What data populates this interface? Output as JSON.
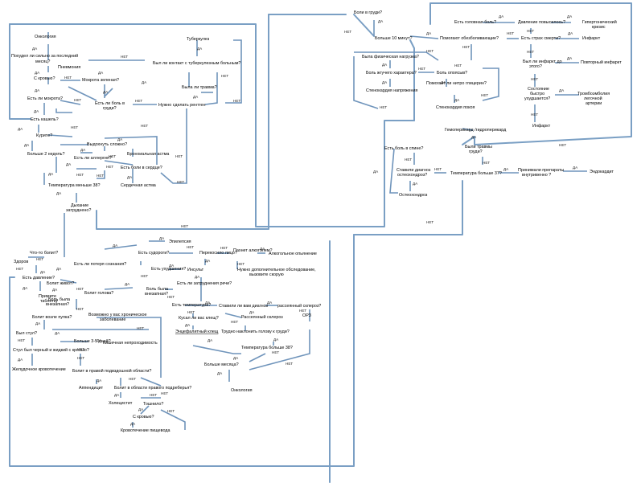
{
  "diagram": {
    "nodes": {
      "n1": "Онкология",
      "n2": "Туберкулез",
      "n3": "Похудел ли сильно за последний",
      "n3b": "месяц?",
      "n4": "Был ли контакт с туберкулезным больным?",
      "n5": "Пневмония",
      "n6": "С кровью?",
      "n7": "Мокрота зеленая?",
      "n8": "Была ли травма?",
      "n9": "Есть ли мокрота?",
      "n10": "Есть ли боль в",
      "n10b": "груди?",
      "n11": "Нужно сделать рентген",
      "n12": "Есть кашель?",
      "n13": "Курите?",
      "n14": "Выдохнуть сложно?",
      "n15": "Больше 2 недель?",
      "n16": "Бронхиальная астма",
      "n17": "Есть ли аллергия?",
      "n18": "Есть боли в сердце?",
      "n19": "Температура меньше 38?",
      "n20": "Сердечная астма",
      "n21": "Дыхание",
      "n21b": "затруднено?",
      "n22": "Боли в груди?",
      "n23": "Есть головная боль?",
      "n24": "Давление повысилось?",
      "n25": "Гипертонический",
      "n25b": "кризис",
      "n26": "Больше 10 минут?",
      "n27": "Помогают обезболивающие?",
      "n28": "Есть страх смерти?",
      "n29": "Инфаркт",
      "n30": "Была физическая нагрузка?",
      "n31": "Был ли инфаркт до",
      "n31b": "этого?",
      "n32": "Повторный инфаркт",
      "n33": "Боль жгучего характера?",
      "n34": "Боль опоясыв?",
      "n35": "Помогает ли нитро глицерин?",
      "n36": "Стенокардия напряжения",
      "n37": "Стенокардия покоя",
      "n38": "Состояние",
      "n38b": "быстро",
      "n38c": "ухудшается?",
      "n39": "Тромбоэмболия",
      "n39b": "легочной",
      "n39c": "артерии",
      "n40": "Инфаркт",
      "n41": "Гемоперикард /гидроперикард",
      "n42": "Были травмы",
      "n42b": "груди?",
      "n43": "Есть боль в спине?",
      "n44": "Ставили диагноз",
      "n44b": "остеохондроз?",
      "n45": "Температура больше 37?",
      "n46": "Принимали препараты",
      "n46b": "внутривенно ?",
      "n47": "Эндокардит",
      "n48": "Остеохондроз",
      "n49": "Эпилепсия",
      "n50": "Есть судороги?",
      "n51": "Перекосило лицо?",
      "n52": "Пахнет алкоголем?",
      "n53": "Алкогольное опьянение",
      "n54": "Что-то болит?",
      "n55": "Здоров",
      "n56": "Есть ли потеря сознания?",
      "n57": "Есть давление?",
      "n58": "Есть ухудшения?",
      "n59": "Инсульт",
      "n60": "Нужно дополнительное обследование,",
      "n60b": "вызовите скорую",
      "n61": "Примите",
      "n61b": "таблетку",
      "n62": "Болит живот?",
      "n63": "Есть ли затруднения речи?",
      "n64": "Болит голова?",
      "n65": "Боль была",
      "n65b": "внезапная?",
      "n66": "Боль была",
      "n66b": "внезапная?",
      "n67": "Есть температура?",
      "n68": "Ставили ли вам диагноз",
      "n69": "рассеянный склероз?",
      "n70": "Возможно у вас хроническое",
      "n70b": "заболевание",
      "n71": "Болит возле пупка?",
      "n72": "Рассеянный склероз",
      "n73": "ОРЗ",
      "n74": "Кусал ли вас клещ?",
      "n75": "Был стул?",
      "n76": "Энцефалитный клещ",
      "n77": "Трудно наклонить голову к груди?",
      "n78": "Больше 3-5 дней?",
      "n79": "Кишечная непроходимость",
      "n80": "Стул был черный и жидкий с кровью?",
      "n81": "Температура больше 38?",
      "n82": "Желудочное кровотечение",
      "n83": "Больше месяца?",
      "n84": "Болит в правой подвздошной области?",
      "n85": "Онкология",
      "n86": "Аппендицит",
      "n87": "Болит в области правого подреберья?",
      "n88": "Холецистит",
      "n89": "Тошнило?",
      "n90": "С кровью?",
      "n91": "Кровотечение пищевода"
    },
    "edge_labels": {
      "yes": "ДА",
      "no": "НЕТ"
    }
  }
}
